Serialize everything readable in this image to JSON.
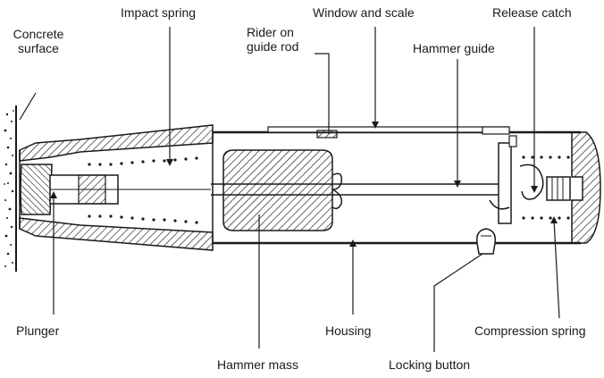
{
  "labels": {
    "concrete_surface_line1": "Concrete",
    "concrete_surface_line2": "surface",
    "impact_spring": "Impact spring",
    "window_and_scale": "Window and scale",
    "release_catch": "Release catch",
    "rider_line1": "Rider on",
    "rider_line2": "guide rod",
    "hammer_guide": "Hammer guide",
    "plunger": "Plunger",
    "housing": "Housing",
    "compression_spring": "Compression spring",
    "hammer_mass": "Hammer mass",
    "locking_button": "Locking button"
  },
  "colors": {
    "ink": "#1a1a1a",
    "background": "#ffffff"
  }
}
